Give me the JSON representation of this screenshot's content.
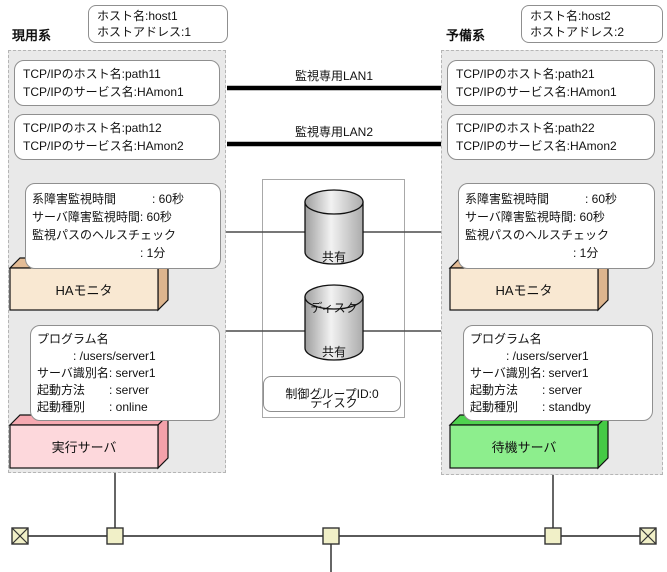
{
  "left": {
    "system_label": "現用系",
    "host_line1": "ホスト名:host1",
    "host_line2": "ホストアドレス:1",
    "path1_line1": "TCP/IPのホスト名:path11",
    "path1_line2": "TCP/IPのサービス名:HAmon1",
    "path2_line1": "TCP/IPのホスト名:path12",
    "path2_line2": "TCP/IPのサービス名:HAmon2",
    "monitor_lines": [
      "系障害監視時間　　　: 60秒",
      "サーバ障害監視時間: 60秒",
      "監視パスのヘルスチェック",
      "　　　　　　　　　: 1分"
    ],
    "ha_monitor_label": "HAモニタ",
    "server_lines": [
      "プログラム名",
      "　　　: /users/server1",
      "サーバ識別名: server1",
      "起動方法　　: server",
      "起動種別　　: online"
    ],
    "server_label": "実行サーバ"
  },
  "right": {
    "system_label": "予備系",
    "host_line1": "ホスト名:host2",
    "host_line2": "ホストアドレス:2",
    "path1_line1": "TCP/IPのホスト名:path21",
    "path1_line2": "TCP/IPのサービス名:HAmon1",
    "path2_line1": "TCP/IPのホスト名:path22",
    "path2_line2": "TCP/IPのサービス名:HAmon2",
    "monitor_lines": [
      "系障害監視時間　　　: 60秒",
      "サーバ障害監視時間: 60秒",
      "監視パスのヘルスチェック",
      "　　　　　　　　　: 1分"
    ],
    "ha_monitor_label": "HAモニタ",
    "server_lines": [
      "プログラム名",
      "　　　: /users/server1",
      "サーバ識別名: server1",
      "起動方法　　: server",
      "起動種別　　: standby"
    ],
    "server_label": "待機サーバ"
  },
  "network": {
    "lan1_label": "監視専用LAN1",
    "lan2_label": "監視専用LAN2"
  },
  "shared": {
    "disk1_line1": "共有",
    "disk1_line2": "ディスク",
    "disk2_line1": "共有",
    "disk2_line2": "ディスク",
    "control_group_label": "制御グループID:0"
  },
  "colors": {
    "panel_bg": "#e9e9e9",
    "ha_monitor_face": "#f9e8d2",
    "ha_monitor_top": "#e3bc96",
    "ha_monitor_side": "#ddb58e",
    "exec_server_face": "#fdd8dc",
    "exec_server_top": "#f6a9b1",
    "exec_server_side": "#f4a1aa",
    "standby_server_face": "#8dee8d",
    "standby_server_top": "#4fd24f",
    "standby_server_side": "#45c945",
    "lan_line": "#000000",
    "connector_fill": "#f1f0c8"
  }
}
